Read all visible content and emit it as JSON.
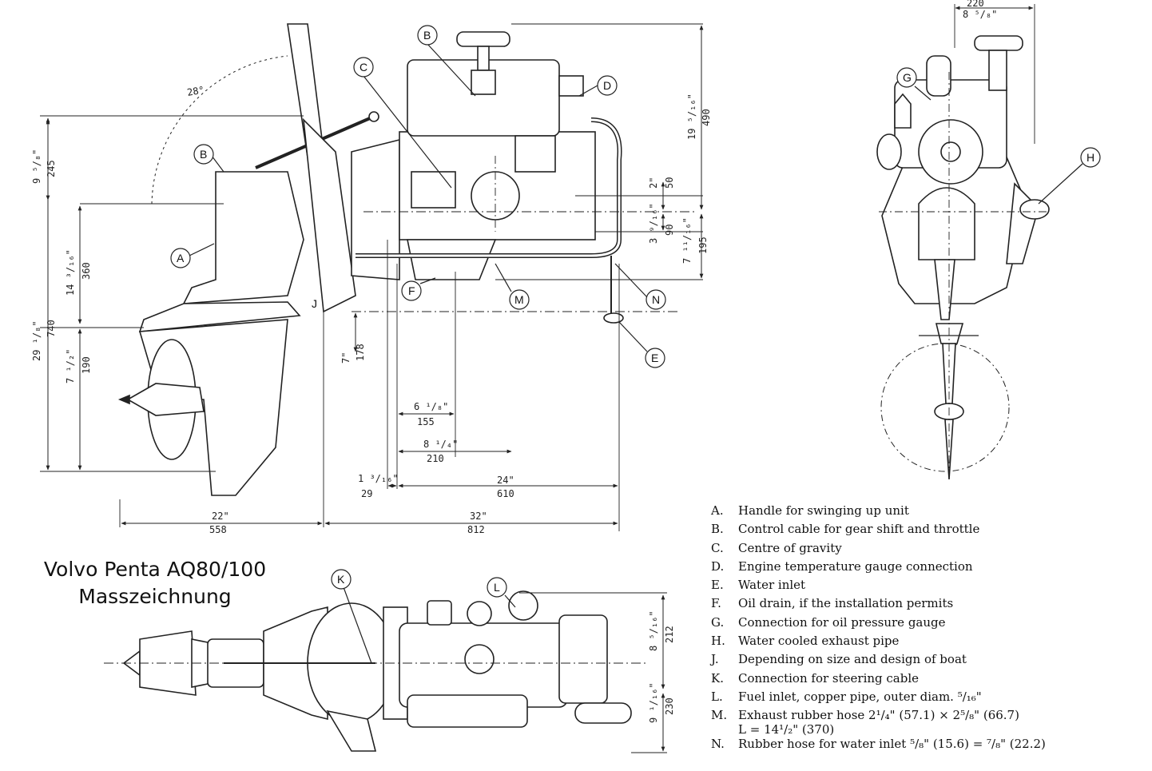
{
  "title": {
    "line1": "Volvo Penta AQ80/100",
    "line2": "Masszeichnung"
  },
  "legend": [
    {
      "key": "A.",
      "text": "Handle for swinging up unit"
    },
    {
      "key": "B.",
      "text": "Control cable for gear shift and throttle"
    },
    {
      "key": "C.",
      "text": "Centre of gravity"
    },
    {
      "key": "D.",
      "text": "Engine temperature gauge connection"
    },
    {
      "key": "E.",
      "text": "Water inlet"
    },
    {
      "key": "F.",
      "text": "Oil drain, if the installation permits"
    },
    {
      "key": "G.",
      "text": "Connection for oil pressure gauge"
    },
    {
      "key": "H.",
      "text": "Water cooled exhaust pipe"
    },
    {
      "key": "J.",
      "text": "Depending on size and design of boat"
    },
    {
      "key": "K.",
      "text": "Connection for steering cable"
    },
    {
      "key": "L.",
      "text": "Fuel inlet, copper pipe, outer diam. ⁵/₁₆\""
    },
    {
      "key": "M.",
      "text": "Exhaust rubber hose 2¹/₄\" (57.1) × 2⁵/₈\" (66.7)",
      "sub": "L = 14¹/₂\" (370)"
    },
    {
      "key": "N.",
      "text": "Rubber hose for water inlet ⁵/₈\" (15.6) = ⁷/₈\" (22.2)"
    }
  ],
  "callouts": {
    "side": [
      "B",
      "C",
      "D",
      "B",
      "A",
      "F",
      "M",
      "N",
      "E",
      "J"
    ],
    "front": [
      "G",
      "H"
    ],
    "top": [
      "K",
      "L"
    ]
  },
  "dimensions": {
    "angle": "28°",
    "top_width_in": "8 ⁵/₈\"",
    "top_width_mm": "220",
    "h1_in": "9 ⁵/₈\"",
    "h1_mm": "245",
    "h2_in": "14 ³/₁₆\"",
    "h2_mm": "360",
    "h3_in": "29 ¹/₈\"",
    "h3_mm": "740",
    "h4_in": "7 ¹/₂\"",
    "h4_mm": "190",
    "h5_in": "7\"",
    "h5_mm": "178",
    "r1_in": "19 ⁵/₁₆\"",
    "r1_mm": "490",
    "r2_in": "2\"",
    "r2_mm": "50",
    "r3_in": "3 ⁹/₁₆\"",
    "r3_mm": "90",
    "r4_in": "7 ¹¹/₁₆\"",
    "r4_mm": "195",
    "w1_in": "6 ¹/₈\"",
    "w1_mm": "155",
    "w2_in": "8 ¹/₄\"",
    "w2_mm": "210",
    "w3_in": "1 ³/₁₆\"",
    "w3_mm": "29",
    "w4_in": "24\"",
    "w4_mm": "610",
    "w5_in": "22\"",
    "w5_mm": "558",
    "w6_in": "32\"",
    "w6_mm": "812",
    "t1_in": "8 ⁵/₁₆\"",
    "t1_mm": "212",
    "t2_in": "9 ¹/₁₆\"",
    "t2_mm": "230"
  }
}
